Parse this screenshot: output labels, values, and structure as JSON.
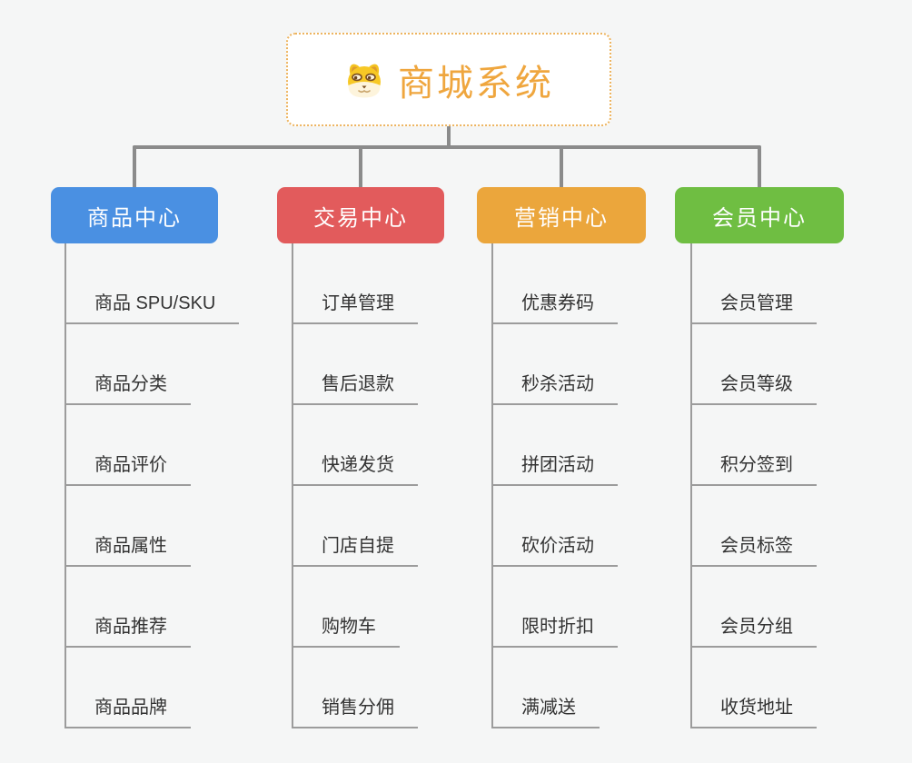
{
  "page": {
    "background": "#f5f6f6"
  },
  "root": {
    "title": "商城系统",
    "icon": "dog-face-icon",
    "text_color": "#efa63e",
    "border_color": "#edb45f",
    "background": "#ffffff"
  },
  "branches": [
    {
      "id": "product-center",
      "label": "商品中心",
      "color": "#4a90e2",
      "children": [
        "商品 SPU/SKU",
        "商品分类",
        "商品评价",
        "商品属性",
        "商品推荐",
        "商品品牌"
      ]
    },
    {
      "id": "trade-center",
      "label": "交易中心",
      "color": "#e25b5c",
      "children": [
        "订单管理",
        "售后退款",
        "快递发货",
        "门店自提",
        "购物车",
        "销售分佣"
      ]
    },
    {
      "id": "marketing-center",
      "label": "营销中心",
      "color": "#eba63c",
      "children": [
        "优惠券码",
        "秒杀活动",
        "拼团活动",
        "砍价活动",
        "限时折扣",
        "满减送"
      ]
    },
    {
      "id": "member-center",
      "label": "会员中心",
      "color": "#6fbe42",
      "children": [
        "会员管理",
        "会员等级",
        "积分签到",
        "会员标签",
        "会员分组",
        "收货地址"
      ]
    }
  ],
  "colors": {
    "connector": "#8b8b8b",
    "leaf_line": "#9c9c9c",
    "leaf_text": "#333333"
  }
}
